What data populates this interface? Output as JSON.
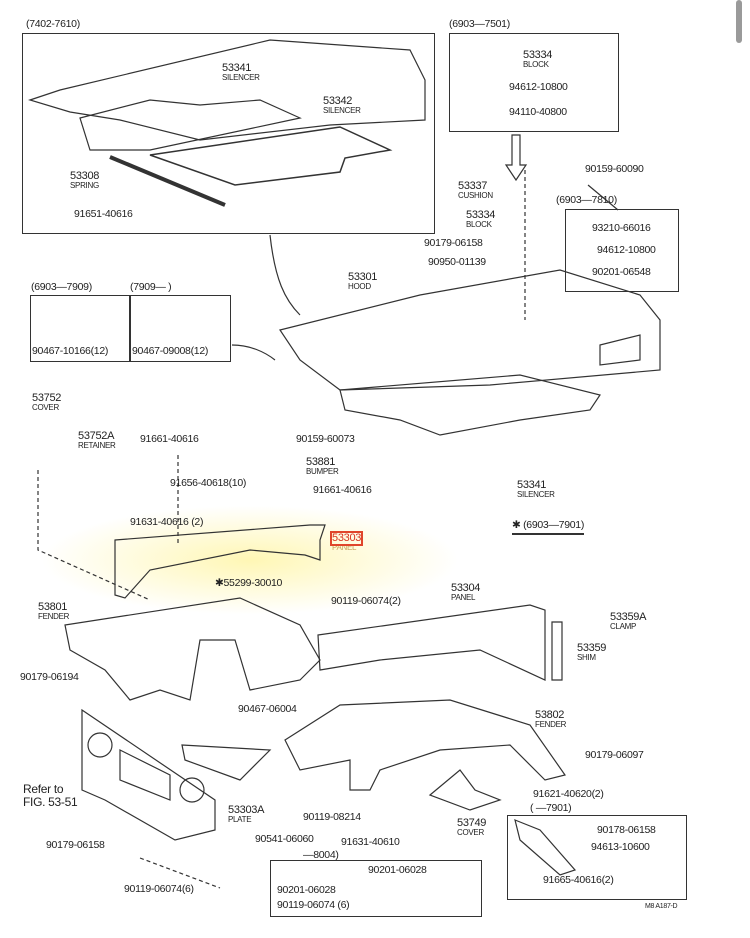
{
  "groups": {
    "g1": "(7402-7610)",
    "g2": "(6903—7501)",
    "g3": "(6903—7810)",
    "g4": "(6903—7909)",
    "g5": "(7909—        )",
    "g6": "✱ (6903—7901)",
    "g7": "(         —7901)",
    "g8": "—8004)"
  },
  "parts": {
    "p53341a": {
      "number": "53341",
      "name": "SILENCER"
    },
    "p53342": {
      "number": "53342",
      "name": "SILENCER"
    },
    "p53308": {
      "number": "53308",
      "name": "SPRING"
    },
    "p91651": "91651-40616",
    "p53334a": {
      "number": "53334",
      "name": "BLOCK"
    },
    "p94612a": "94612-10800",
    "p94110": "94110-40800",
    "p90159a": "90159-60090",
    "p53337": {
      "number": "53337",
      "name": "CUSHION"
    },
    "p53334b": {
      "number": "53334",
      "name": "BLOCK"
    },
    "p90179a": "90179-06158",
    "p90950": "90950-01139",
    "p93210": "93210-66016",
    "p94612b": "94612-10800",
    "p90201a": "90201-06548",
    "p53301": {
      "number": "53301",
      "name": "HOOD"
    },
    "p90467a": "90467-10166(12)",
    "p90467b": "90467-09008(12)",
    "p53752": {
      "number": "53752",
      "name": "COVER"
    },
    "p53752a": {
      "number": "53752A",
      "name": "RETAINER"
    },
    "p91661a": "91661-40616",
    "p90159b": "90159-60073",
    "p53881": {
      "number": "53881",
      "name": "BUMPER"
    },
    "p91656": "91656-40618(10)",
    "p91661b": "91661-40616",
    "p91631a": "91631-40616 (2)",
    "p53303": {
      "number": "53303",
      "name": "PANEL"
    },
    "p55299": "✱55299-30010",
    "p53801": {
      "number": "53801",
      "name": "FENDER"
    },
    "p90119a": "90119-06074(2)",
    "p90179b": "90179-06194",
    "p53341b": {
      "number": "53341",
      "name": "SILENCER"
    },
    "p53304": {
      "number": "53304",
      "name": "PANEL"
    },
    "p53359a": {
      "number": "53359A",
      "name": "CLAMP"
    },
    "p53359": {
      "number": "53359",
      "name": "SHIM"
    },
    "p90467c": "90467-06004",
    "p53802": {
      "number": "53802",
      "name": "FENDER"
    },
    "p90179c": "90179-06097",
    "p91621": "91621-40620(2)",
    "p90178": "90178-06158",
    "p94613": "94613-10600",
    "p91665": "91665-40616(2)",
    "refer": [
      "Refer to",
      "FIG. 53-51"
    ],
    "p53303a": {
      "number": "53303A",
      "name": "PLATE"
    },
    "p53749": {
      "number": "53749",
      "name": "COVER"
    },
    "p90119b": "90119-08214",
    "p90179d": "90179-06158",
    "p90541": "90541-06060",
    "p91631b": "91631-40610",
    "p90201b": "90201-06028",
    "p90201c": "90201-06028",
    "p90119c": "90119-06074 (6)",
    "p90119d": "90119-06074(6)"
  },
  "figure_code": "M8 A187-D",
  "highlight_color": "#e0452b"
}
